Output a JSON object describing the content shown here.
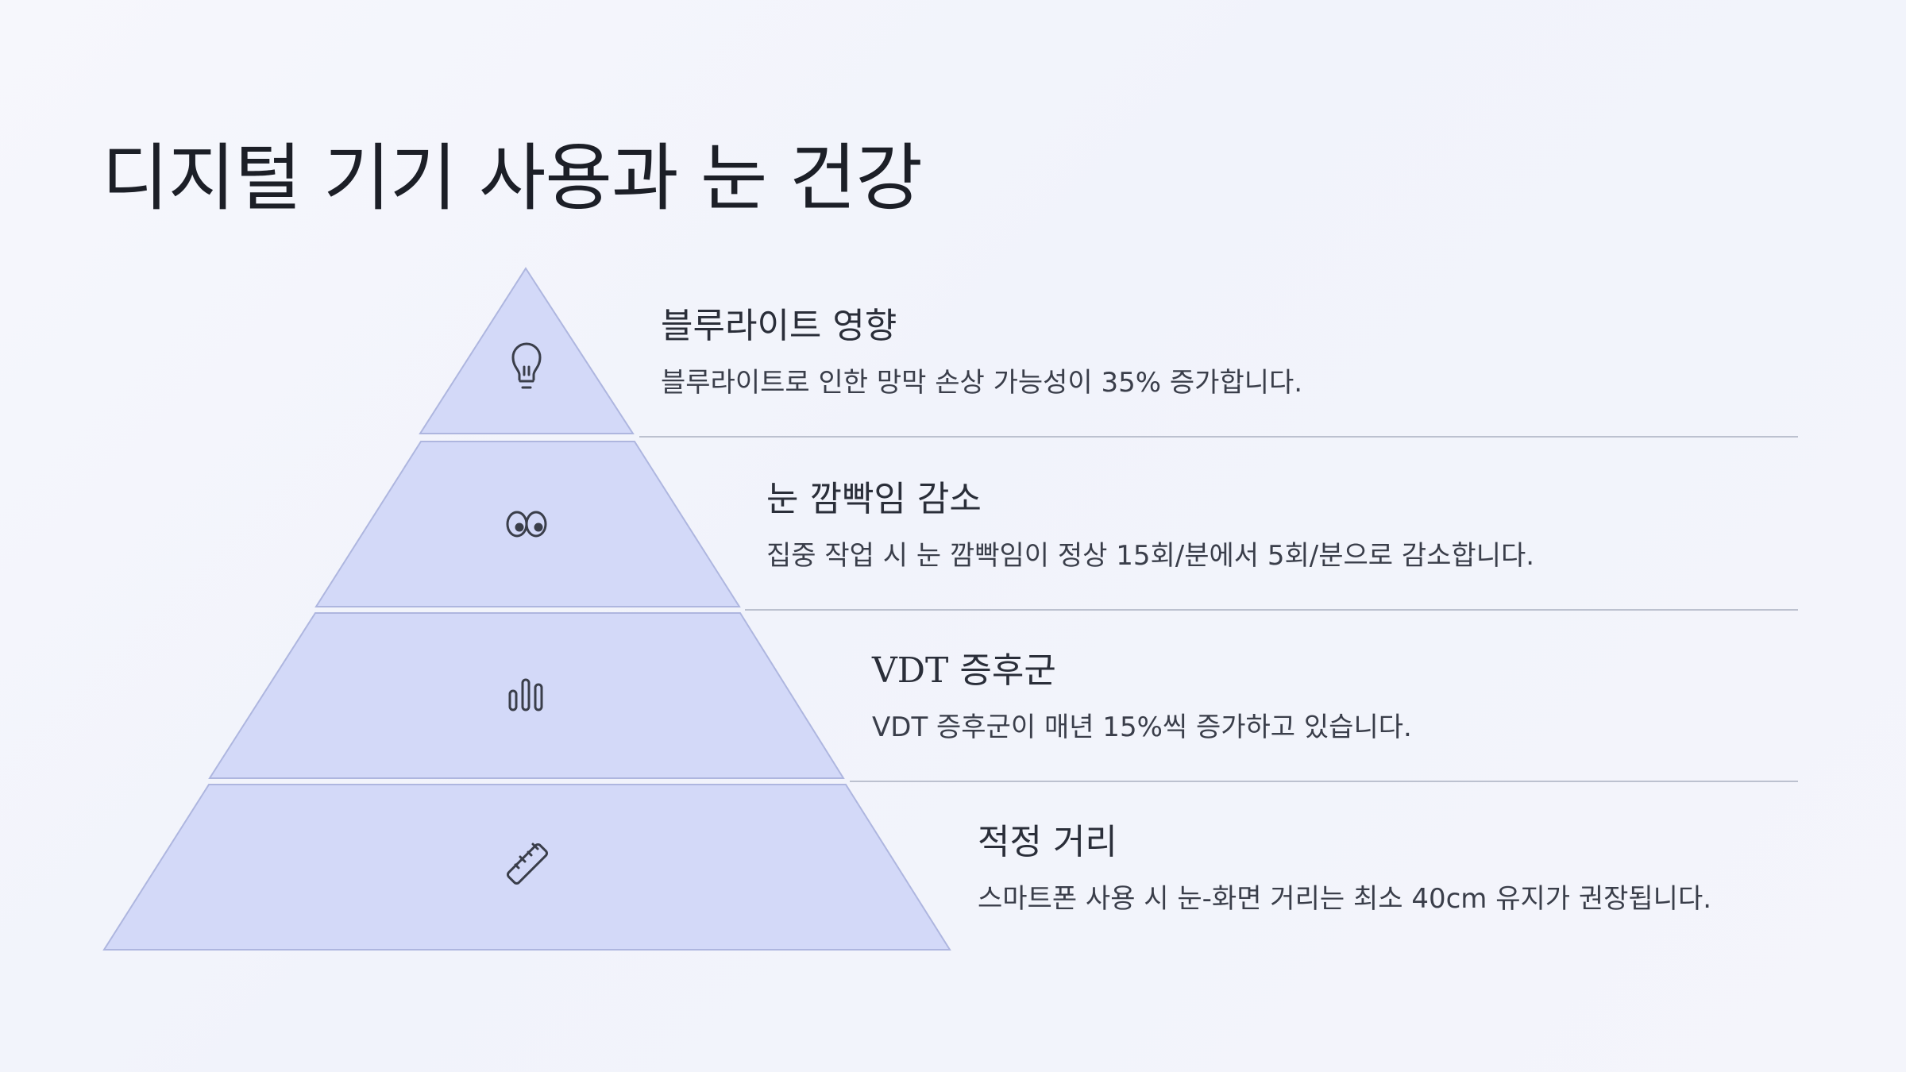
{
  "page": {
    "title": "디지털 기기 사용과 눈 건강"
  },
  "tiers": [
    {
      "title": "블루라이트 영향",
      "description": "블루라이트로 인한 망막 손상 가능성이 35% 증가합니다.",
      "icon": "lightbulb-icon"
    },
    {
      "title": "눈 깜빡임 감소",
      "description": "집중 작업 시 눈 깜빡임이 정상 15회/분에서 5회/분으로 감소합니다.",
      "icon": "eyes-icon"
    },
    {
      "title": "VDT 증후군",
      "description": "VDT 증후군이 매년 15%씩 증가하고 있습니다.",
      "icon": "bar-chart-icon"
    },
    {
      "title": "적정 거리",
      "description": "스마트폰 사용 시 눈-화면 거리는 최소 40cm 유지가 권장됩니다.",
      "icon": "ruler-icon"
    }
  ],
  "colors": {
    "tier_fill": "#d3d9f8",
    "tier_stroke": "#aeb6df",
    "divider": "#bcc1cf",
    "text": "#2a2e39"
  }
}
